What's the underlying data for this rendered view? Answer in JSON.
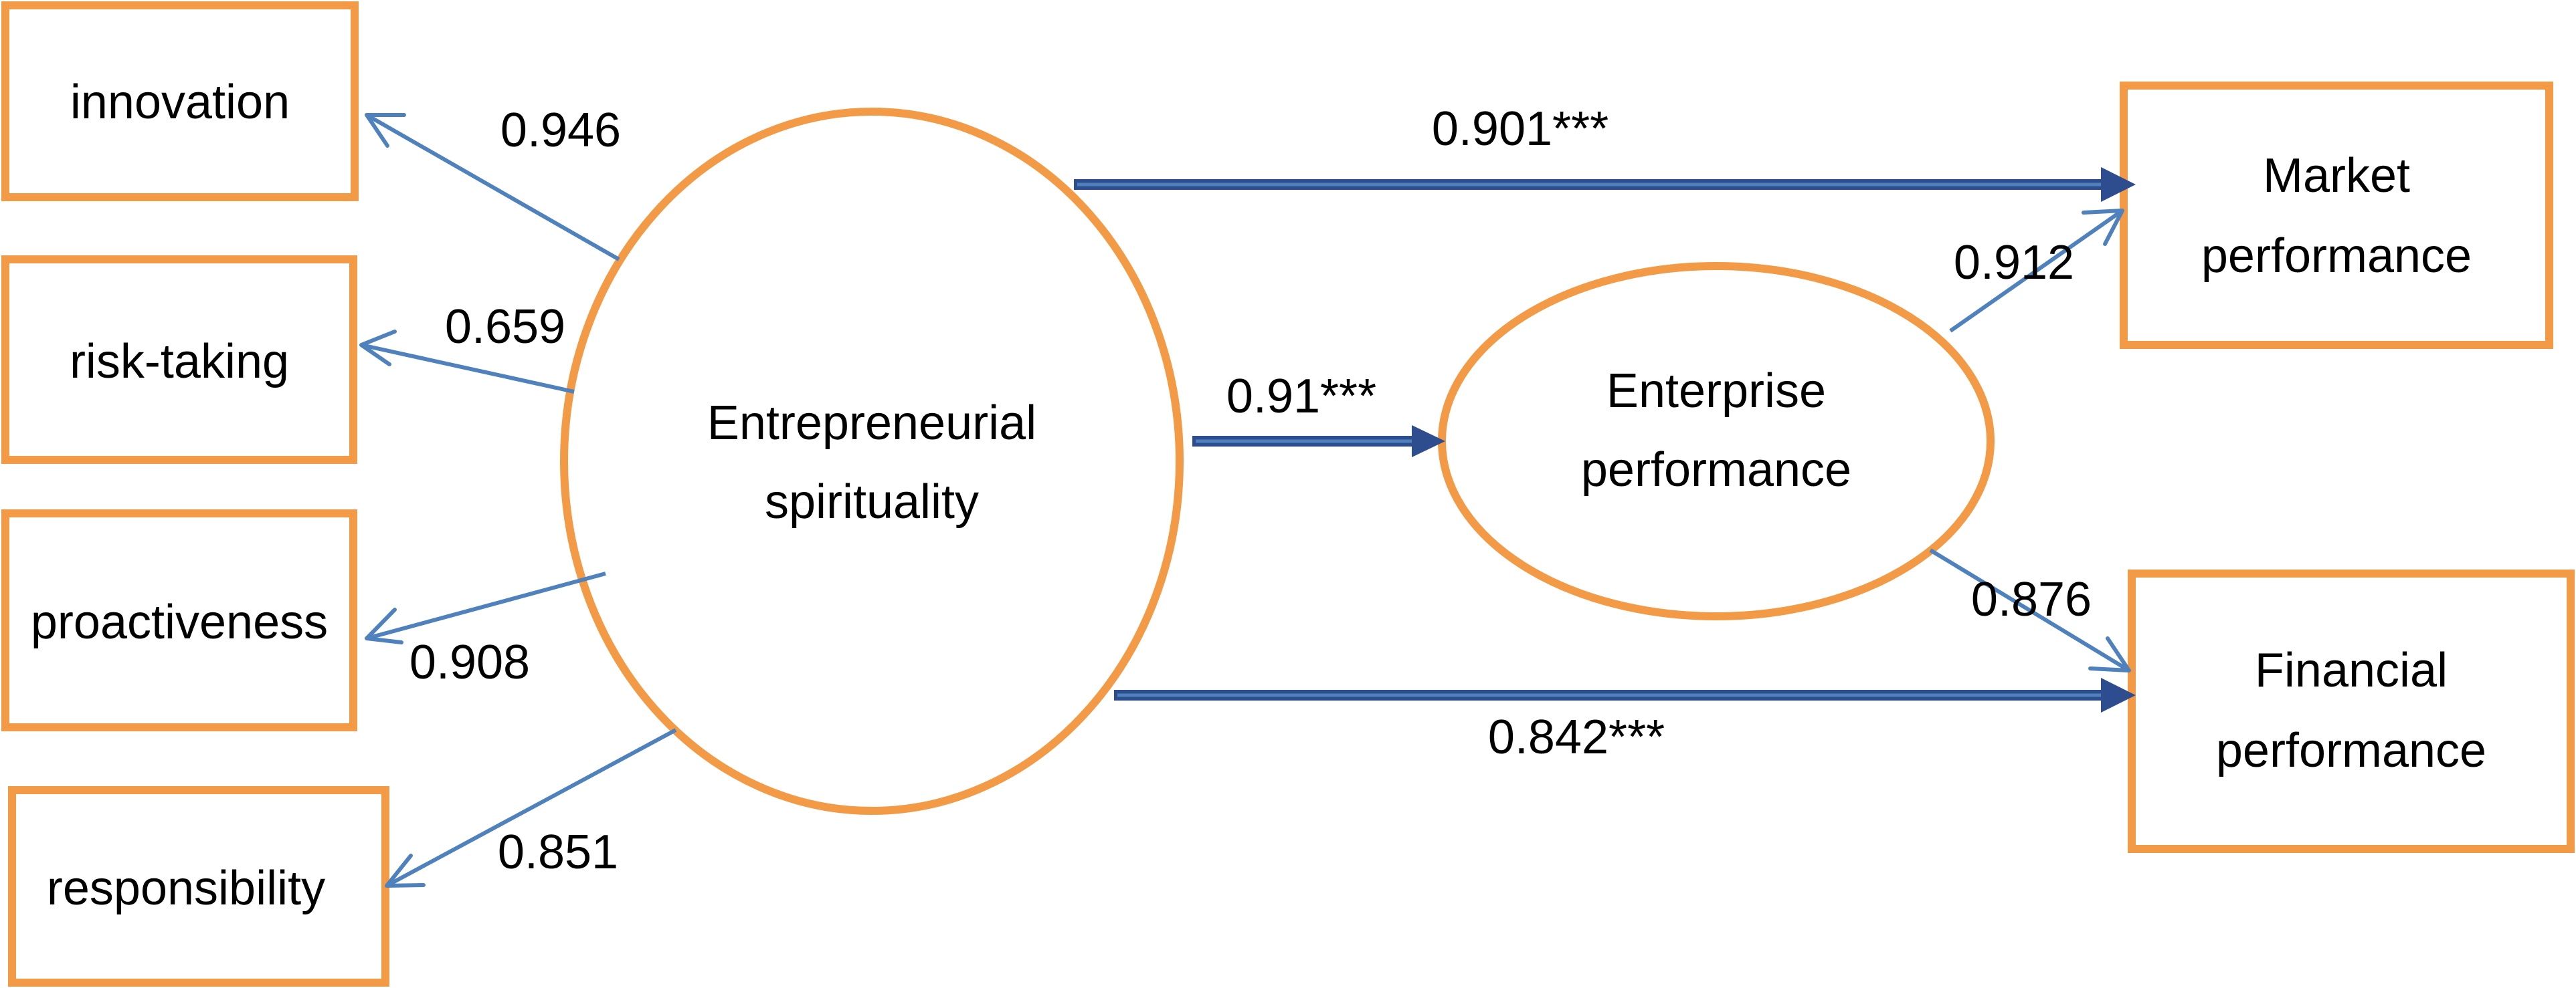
{
  "nodes": {
    "innovation": "innovation",
    "risk_taking": "risk-taking",
    "proactiveness": "proactiveness",
    "responsibility": "responsibility",
    "entrepreneurial_spirituality": [
      "Entrepreneurial",
      "spirituality"
    ],
    "enterprise_performance": [
      "Enterprise",
      "performance"
    ],
    "market_performance": [
      "Market",
      "performance"
    ],
    "financial_performance": [
      "Financial",
      "performance"
    ]
  },
  "paths": {
    "es_to_innovation": "0.946",
    "es_to_risk_taking": "0.659",
    "es_to_proactiveness": "0.908",
    "es_to_responsibility": "0.851",
    "es_to_market": "0.901***",
    "es_to_enterprise": "0.91***",
    "es_to_financial": "0.842***",
    "enterprise_to_market": "0.912",
    "enterprise_to_financial": "0.876"
  },
  "colors": {
    "node_border": "#f39a47",
    "thin_arrow": "#4f81bd",
    "thick_arrow": "#2e4d8f"
  }
}
